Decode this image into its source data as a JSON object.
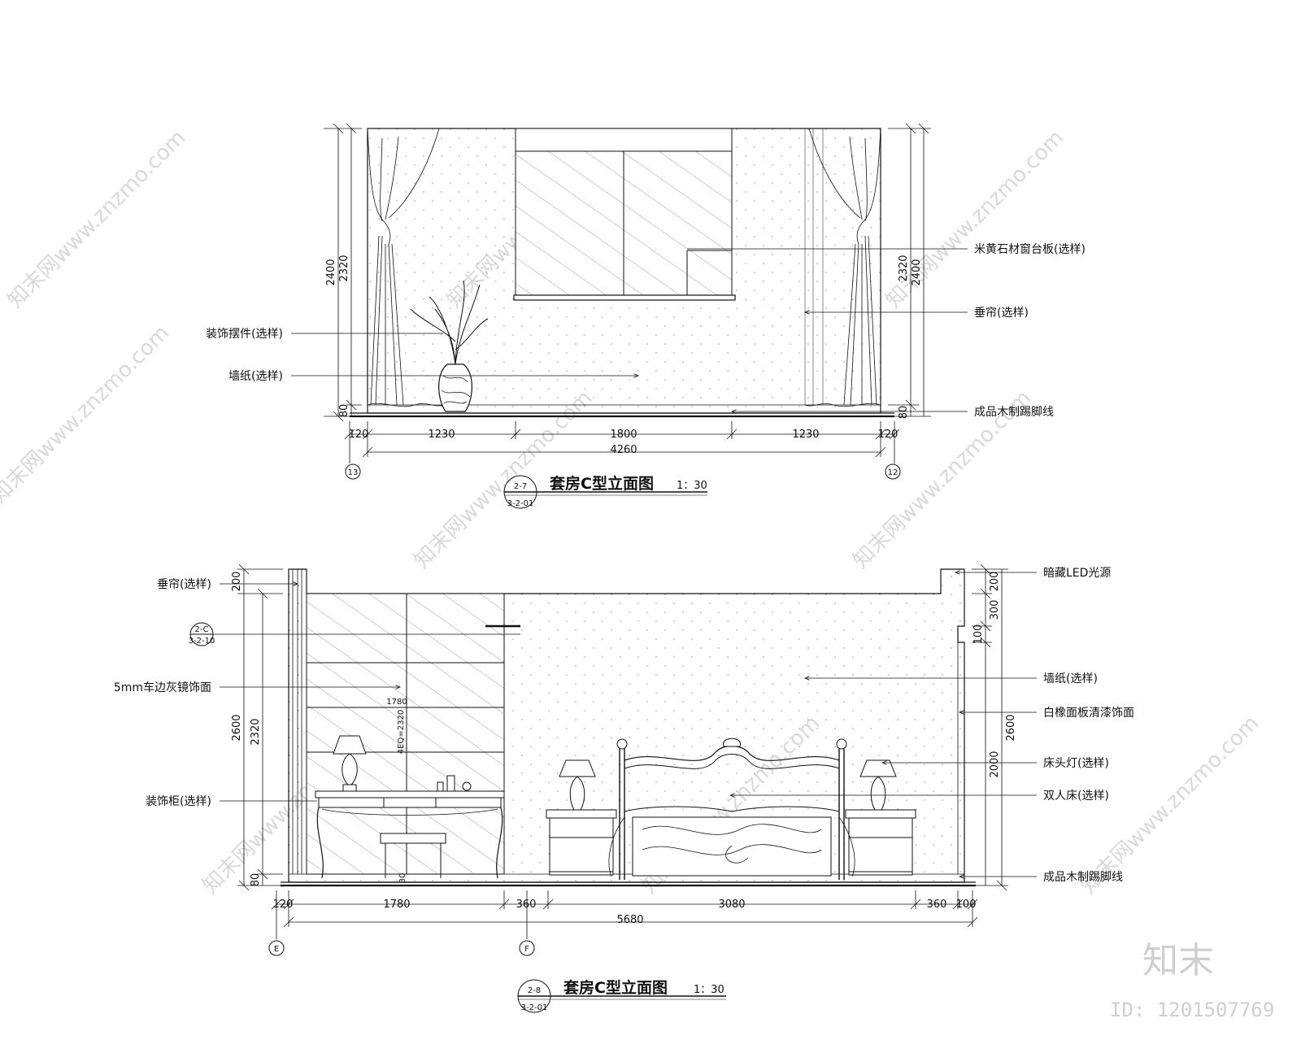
{
  "elevation_top": {
    "title": "套房C型立面图",
    "scale": "1：30",
    "index_top": "2-7",
    "index_bottom": "3-2-01",
    "grid_left": "13",
    "grid_right": "12",
    "labels": {
      "ornament": "装饰摆件(选样)",
      "wallpaper": "墙纸(选样)",
      "sill": "米黄石材窗台板(选样)",
      "drapes": "垂帘(选样)",
      "skirting": "成品木制踢脚线"
    },
    "dims": {
      "left_total": "2400",
      "left_inner": "2320",
      "left_base": "80",
      "right_total": "2400",
      "right_inner": "2320",
      "right_base": "80",
      "seg": [
        "120",
        "1230",
        "1800",
        "1230",
        "120"
      ],
      "overall": "4260"
    }
  },
  "elevation_bottom": {
    "title": "套房C型立面图",
    "scale": "1：30",
    "index_top": "2-8",
    "index_bottom": "3-2-01",
    "detail_top": "2-C",
    "detail_bottom": "3-2-10",
    "grid_left": "E",
    "grid_right": "F",
    "labels_left": {
      "drapes": "垂帘(选样)",
      "mirror": "5mm车边灰镜饰面",
      "cabinet": "装饰柜(选样)"
    },
    "labels_right": {
      "led": "暗藏LED光源",
      "wallpaper": "墙纸(选样)",
      "oak": "白橡面板清漆饰面",
      "lamp": "床头灯(选样)",
      "bed": "双人床(选样)",
      "skirting": "成品木制踢脚线"
    },
    "dims": {
      "left_total": "2600",
      "left_inner": "2320",
      "left_top": "200",
      "left_base": "80",
      "right_top": "200",
      "right_300": "300",
      "right_100": "100",
      "right_2000": "2000",
      "right_total": "2600",
      "mirror_width": "1780",
      "mirror_height": "4EQ=2320",
      "stool_gap": "30",
      "seg": [
        "120",
        "1780",
        "360",
        "3080",
        "360",
        "100"
      ],
      "overall": "5680"
    }
  },
  "watermark": {
    "text": "知末网www.znzmo.com",
    "brand": "知末",
    "id": "ID: 1201507769"
  }
}
